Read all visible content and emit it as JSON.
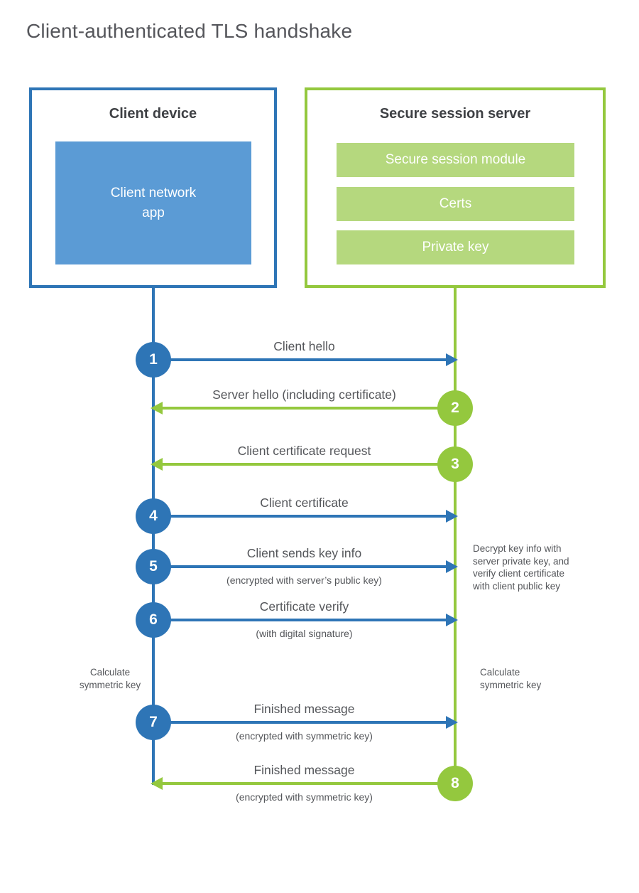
{
  "title": "Client-authenticated TLS handshake",
  "client": {
    "header": "Client device",
    "module": "Client network\napp"
  },
  "server": {
    "header": "Secure session server",
    "modules": [
      "Secure session module",
      "Certs",
      "Private key"
    ]
  },
  "messages": [
    {
      "step": "1",
      "label": "Client hello",
      "direction": "right",
      "actor": "client"
    },
    {
      "step": "2",
      "label": "Server hello (including certificate)",
      "direction": "left",
      "actor": "server"
    },
    {
      "step": "3",
      "label": "Client certificate request",
      "direction": "left",
      "actor": "server"
    },
    {
      "step": "4",
      "label": "Client certificate",
      "direction": "right",
      "actor": "client"
    },
    {
      "step": "5",
      "label": "Client sends key info",
      "sub": "(encrypted with server’s public key)",
      "direction": "right",
      "actor": "client"
    },
    {
      "step": "6",
      "label": "Certificate verify",
      "sub": "(with digital signature)",
      "direction": "right",
      "actor": "client"
    },
    {
      "step": "7",
      "label": "Finished message",
      "sub": "(encrypted with symmetric key)",
      "direction": "right",
      "actor": "client"
    },
    {
      "step": "8",
      "label": "Finished message",
      "sub": "(encrypted with symmetric key)",
      "direction": "left",
      "actor": "server"
    }
  ],
  "annotations": {
    "decrypt_note": "Decrypt key info with\nserver private key, and\nverify client certificate\nwith client public key",
    "calc_left": "Calculate\nsymmetric key",
    "calc_right": "Calculate\nsymmetric key"
  },
  "colors": {
    "blue_stroke": "#2E75B6",
    "blue_fill": "#5B9BD5",
    "green_stroke": "#94C83E",
    "green_fill": "#B5D87E",
    "label_text": "#54565A",
    "header_text": "#3E4044"
  }
}
